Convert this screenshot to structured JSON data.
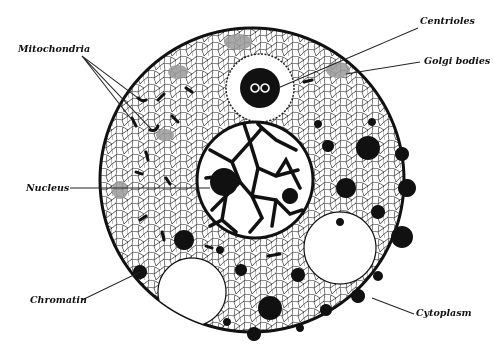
{
  "labels": {
    "mitochondria": "Mitochondria",
    "centrioles": "Centrioles",
    "golgi": "Golgi bodies",
    "nucleus": "Nucleus",
    "chromatin": "Chromatin",
    "cytoplasm": "Cytoplasm"
  },
  "colors": {
    "ink": "#111111",
    "background": "#ffffff",
    "golgi_shade": "#9a9a9a"
  }
}
